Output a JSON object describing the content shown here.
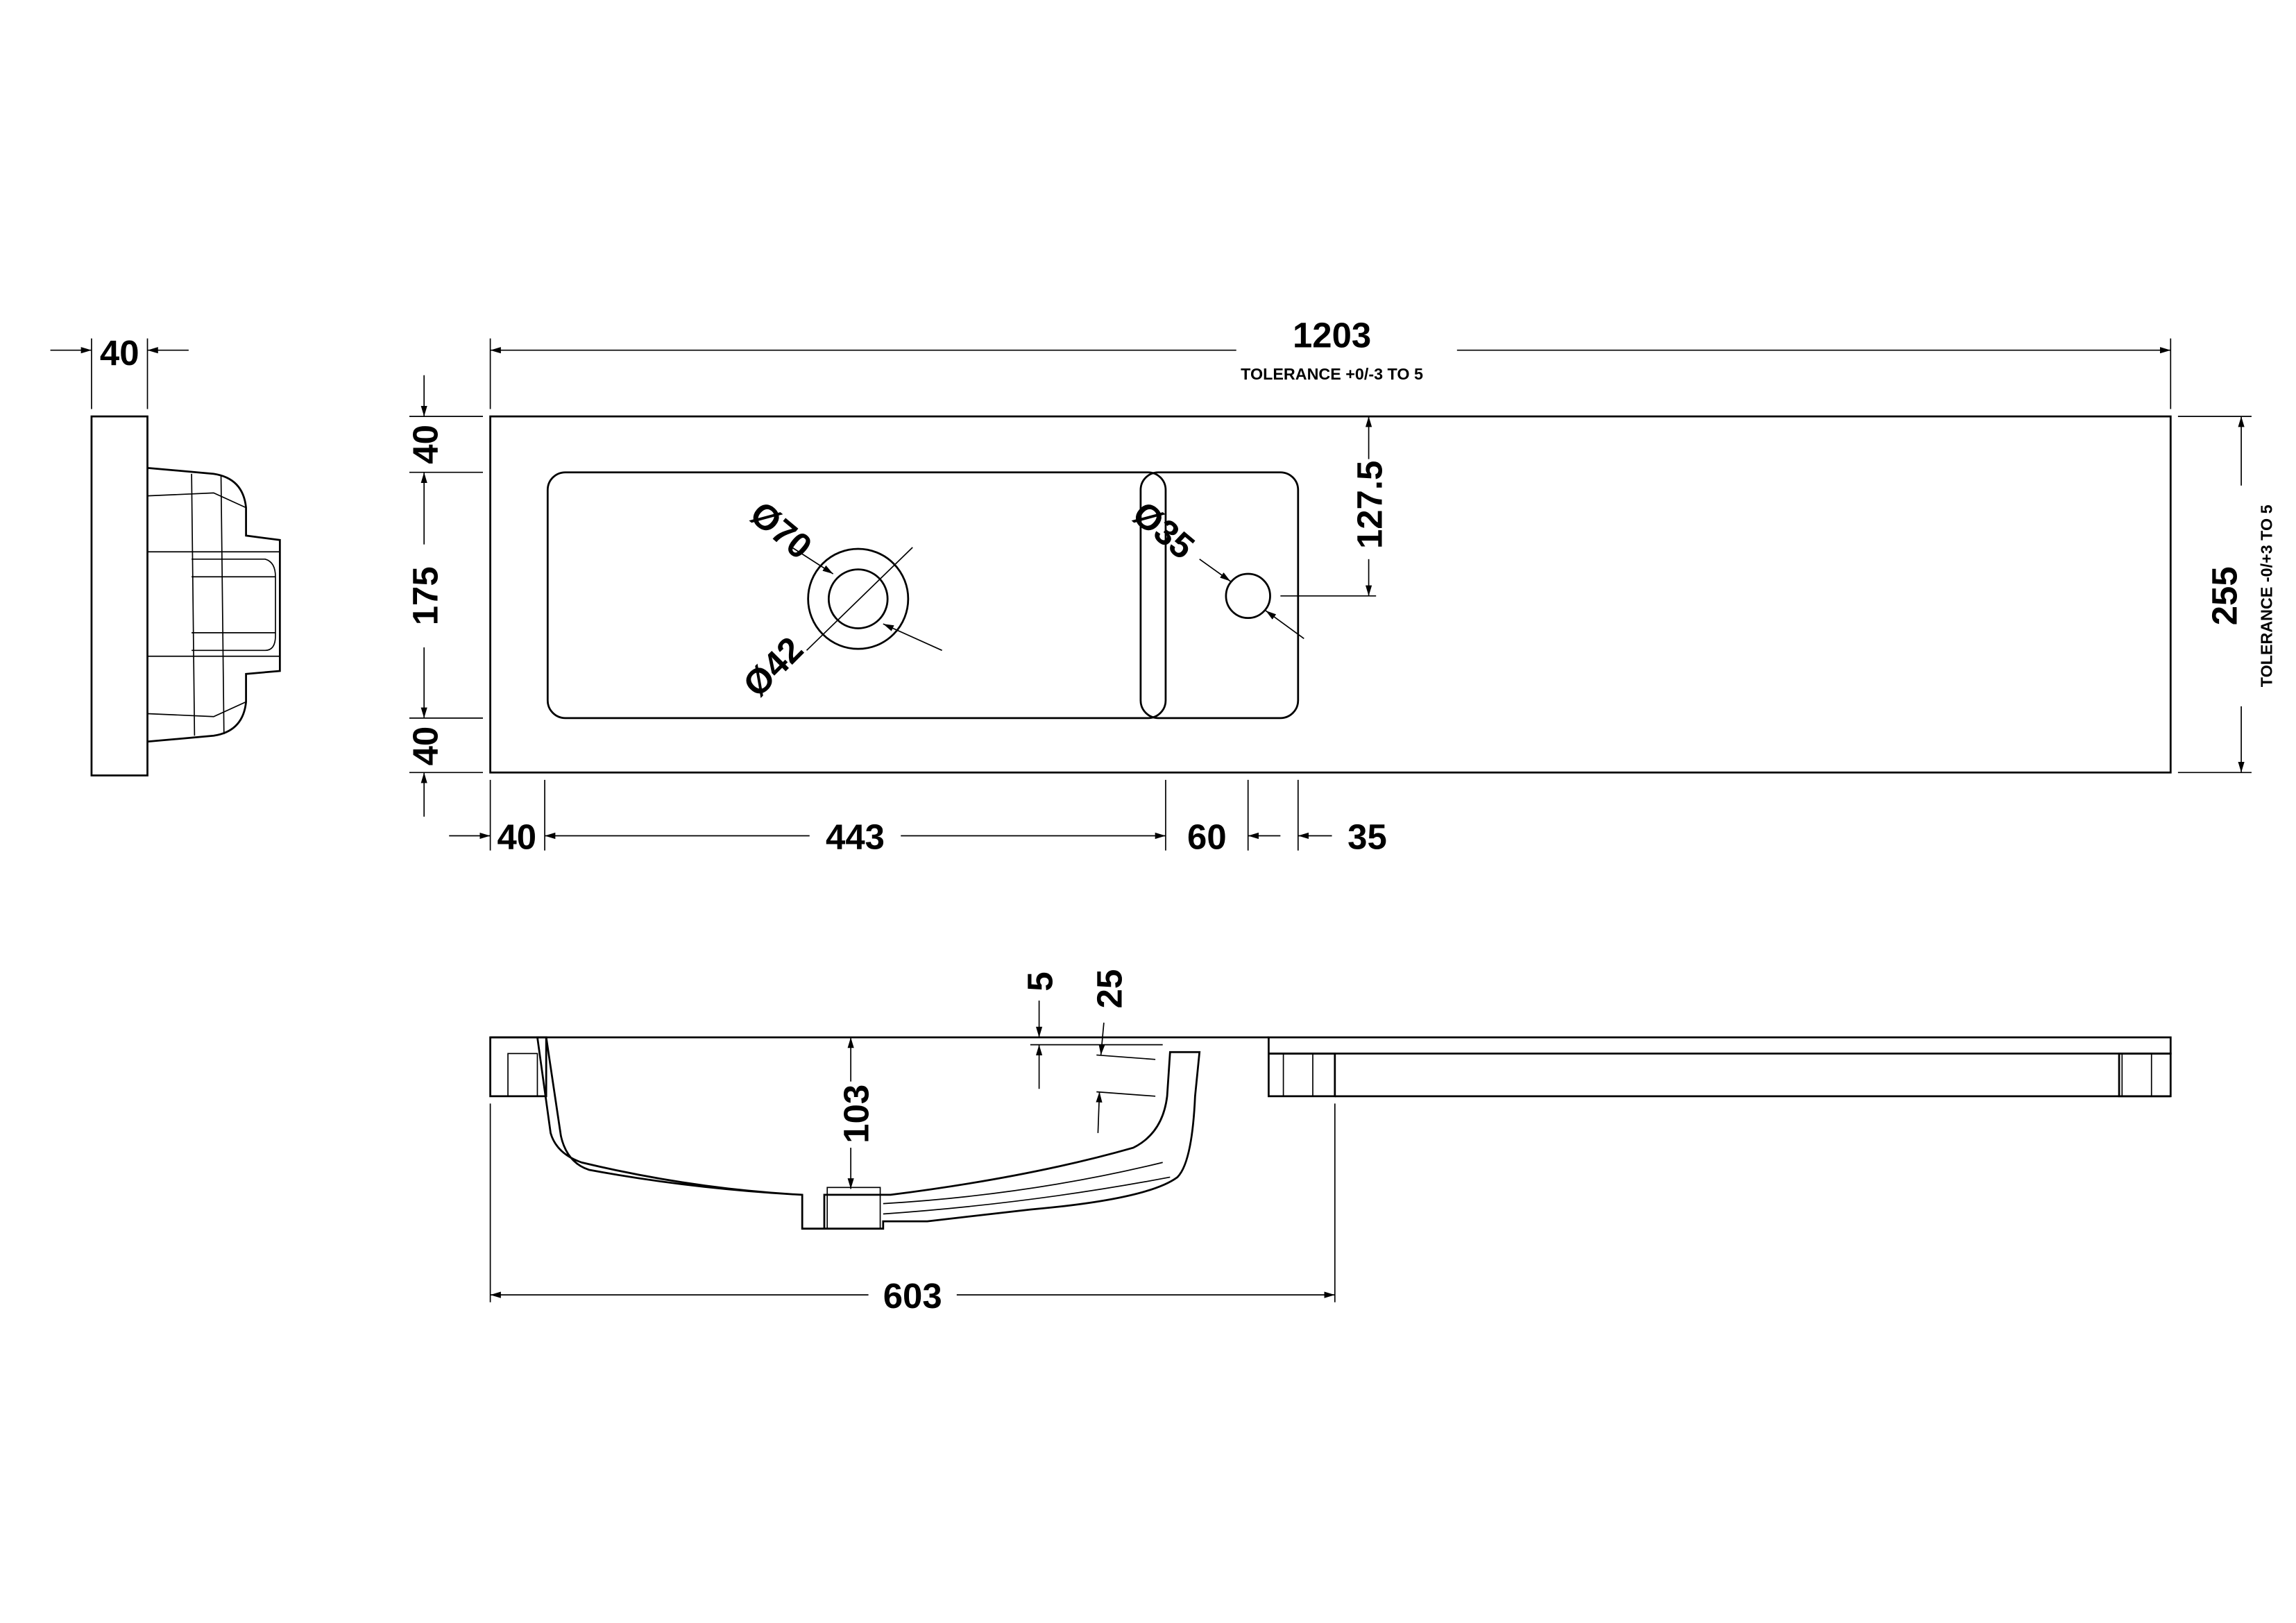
{
  "side_view": {
    "width": "40"
  },
  "top_view": {
    "length": "1203",
    "length_tolerance": "TOLERANCE +0/-3 TO 5",
    "depth": "255",
    "depth_tolerance": "TOLERANCE -0/+3 TO 5",
    "left_margin_top": "40",
    "bowl_depth": "175",
    "left_margin_bottom": "40",
    "margin_left": "40",
    "bowl_length": "443",
    "tap_deck": "60",
    "tap_offset": "35",
    "tap_from_back": "127.5",
    "waste_outer": "Ø70",
    "waste_inner": "Ø42",
    "tap_hole": "Ø35"
  },
  "section_view": {
    "rim": "5",
    "overflow": "25",
    "bowl_height": "103",
    "bowl_width": "603"
  },
  "colors": {
    "line": "#000000",
    "background": "#ffffff"
  }
}
